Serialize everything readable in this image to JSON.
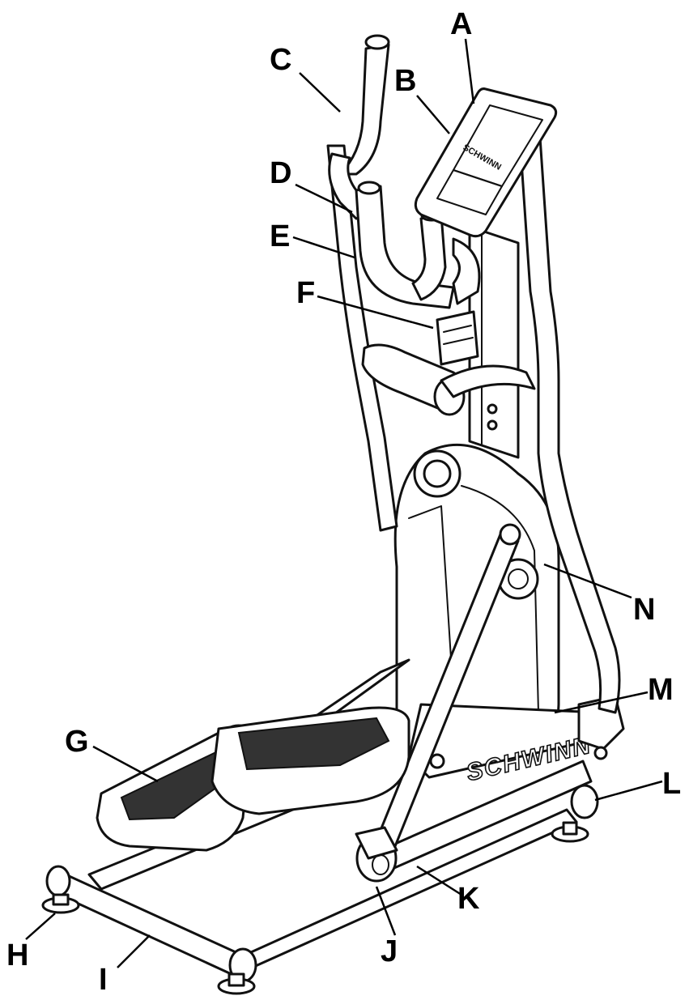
{
  "diagram": {
    "type": "exploded-part-callouts",
    "subject": "elliptical trainer",
    "frame_brand": "SCHWINN",
    "console_brand": "SCHWINN",
    "callouts": [
      "A",
      "B",
      "C",
      "D",
      "E",
      "F",
      "G",
      "H",
      "I",
      "J",
      "K",
      "L",
      "M",
      "N"
    ]
  }
}
